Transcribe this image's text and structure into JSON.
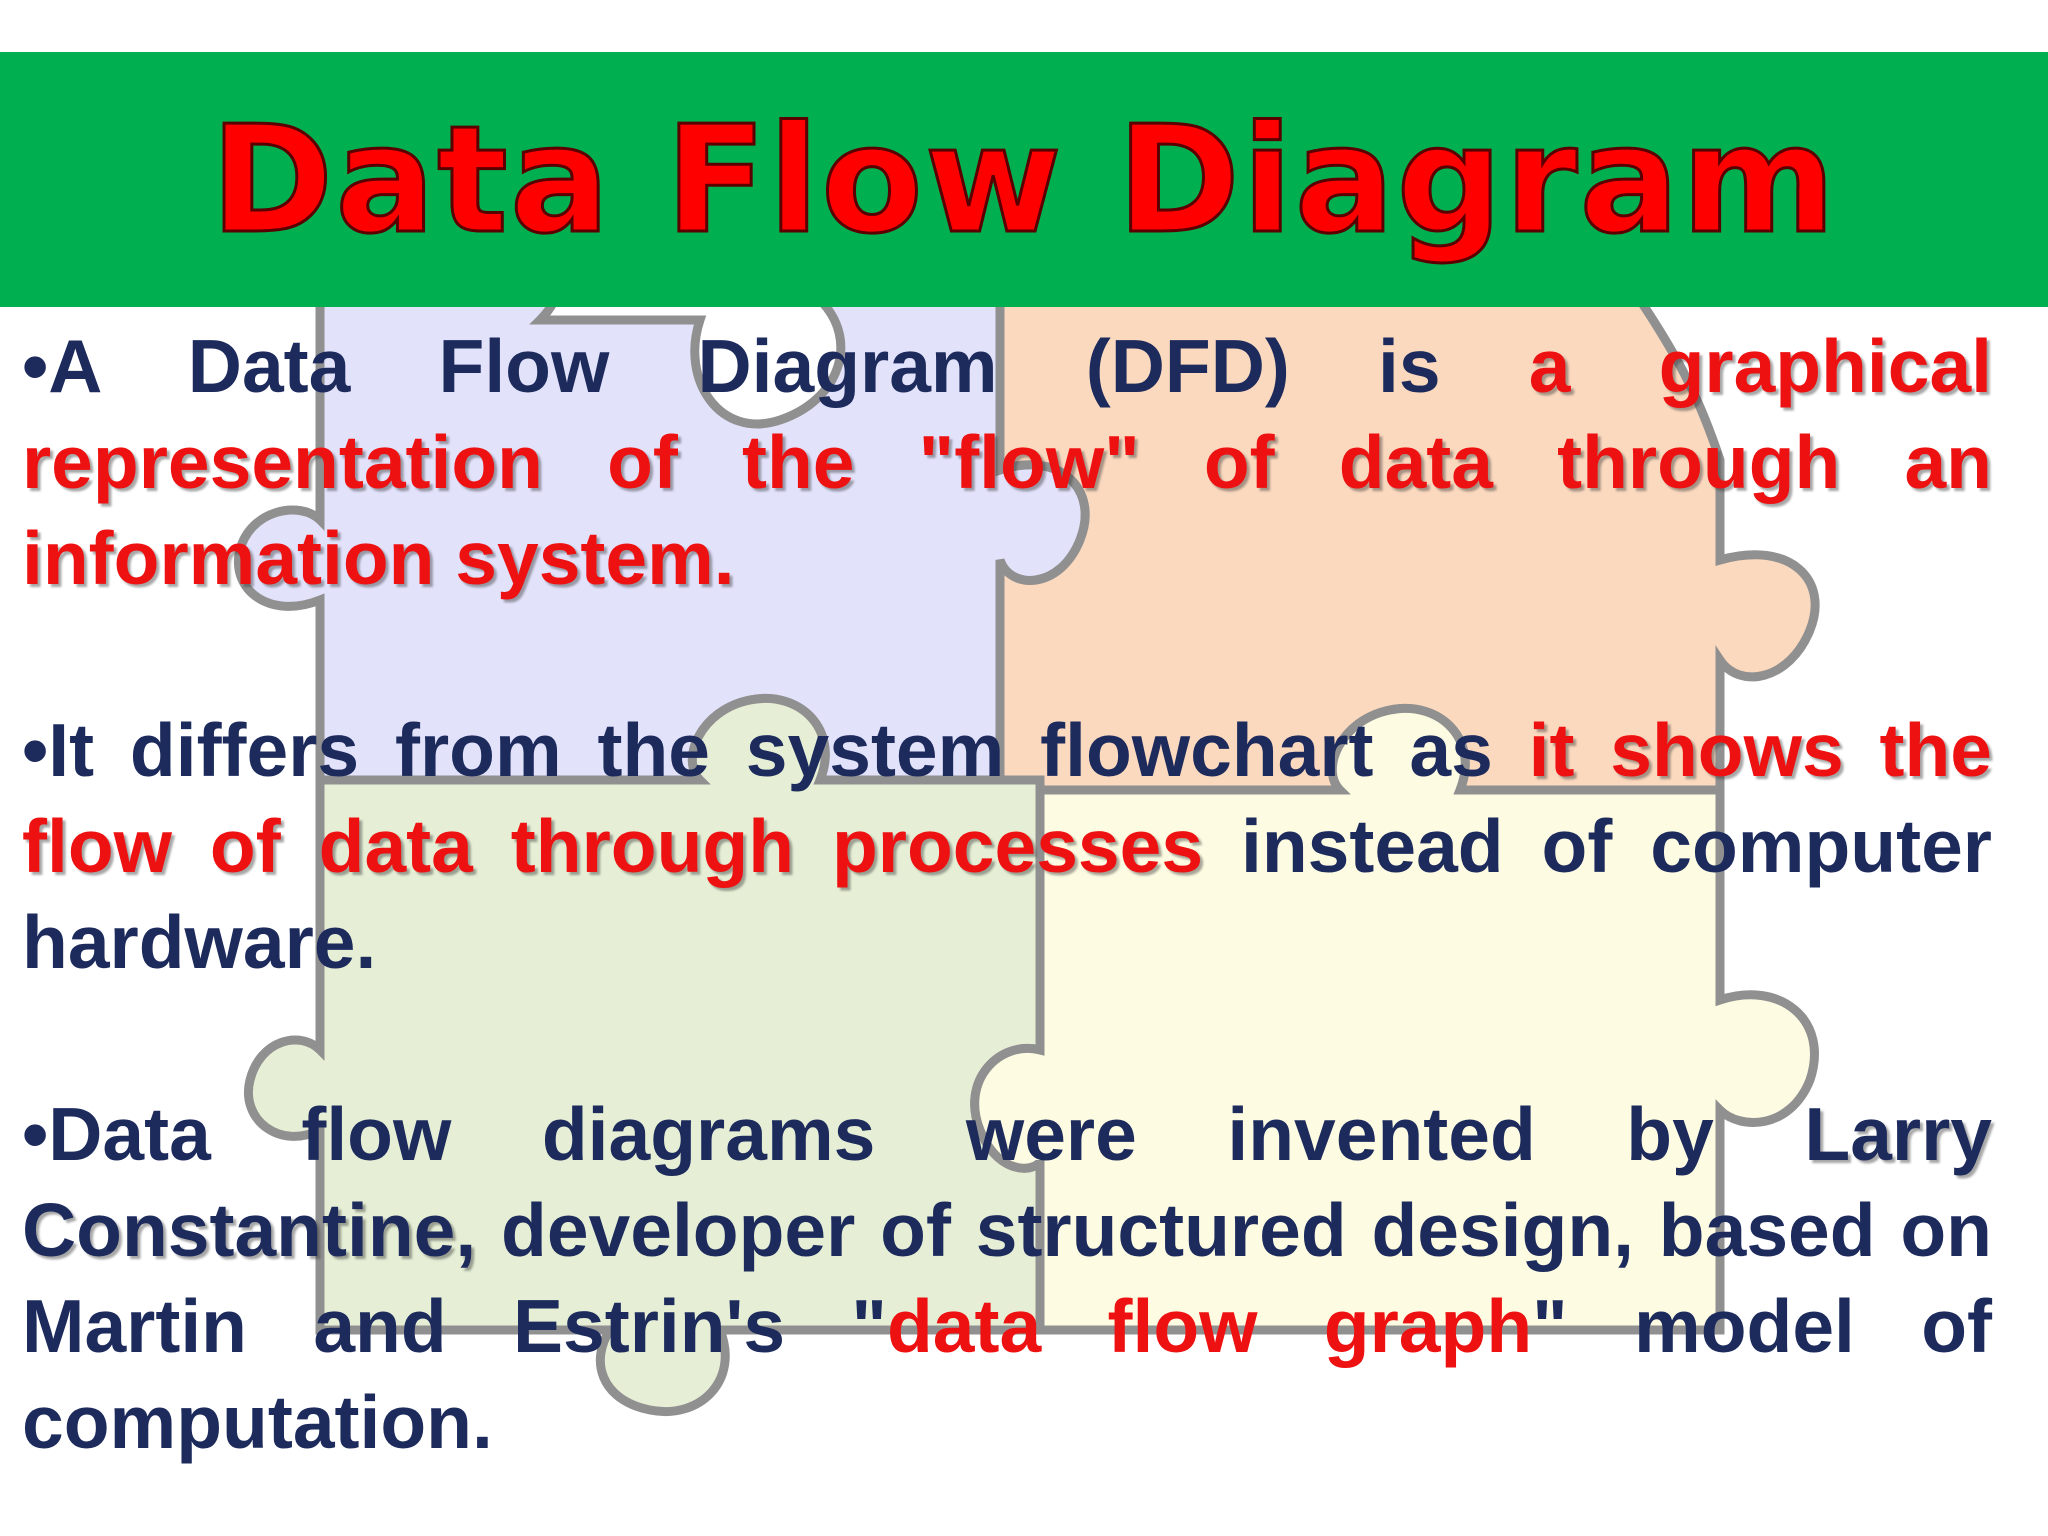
{
  "slide": {
    "title": "Data Flow Diagram",
    "paragraphs": [
      {
        "bullet": "•",
        "segments": [
          {
            "text": "A Data Flow Diagram (DFD) is ",
            "style": "dark"
          },
          {
            "text": "a graphical representation of the \"flow\" of data through an information system.",
            "style": "red"
          }
        ]
      },
      {
        "bullet": "•",
        "segments": [
          {
            "text": "It differs from the system flowchart as ",
            "style": "dark"
          },
          {
            "text": "it shows the flow of data through processes",
            "style": "red"
          },
          {
            "text": " instead of computer hardware.",
            "style": "dark"
          }
        ]
      },
      {
        "bullet": "•",
        "segments": [
          {
            "text": "Data flow diagrams were invented by ",
            "style": "dark"
          },
          {
            "text": "Larry Constantine,",
            "style": "dark"
          },
          {
            "text": " developer of structured design, based on Martin and Estrin's \"",
            "style": "dark"
          },
          {
            "text": "data flow graph",
            "style": "red"
          },
          {
            "text": "\" model of computation.",
            "style": "dark"
          }
        ]
      }
    ]
  },
  "colors": {
    "title_band": "#00b050",
    "title_text": "#ff0000",
    "body_dark": "#1c2a5c",
    "body_red": "#ee1111",
    "piece_purple": "#e2e2fb",
    "piece_orange": "#fbd9bf",
    "piece_green": "#e6efd6",
    "piece_yellow": "#fdfbe2",
    "piece_outline": "#909090"
  },
  "background": {
    "icon": "jigsaw-puzzle-pieces-icon"
  }
}
